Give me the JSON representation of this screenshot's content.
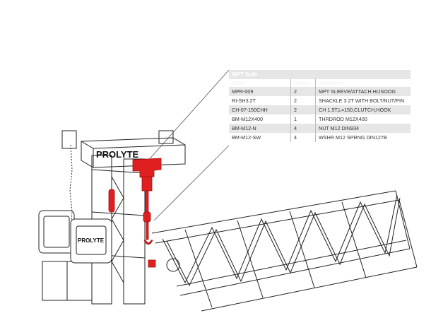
{
  "logo_text": "PROLYTE",
  "hoist_logo_text": "PROLYTE",
  "parts_table": {
    "title": "MPT Safe",
    "headers": [
      "Code",
      "Pieces",
      "Description"
    ],
    "rows": [
      {
        "code": "MPR-009",
        "pieces": "2",
        "description": "MPT SLEEVE/ATTACH HIJSOOG"
      },
      {
        "code": "RI-SH3.2T",
        "pieces": "2",
        "description": "SHACKLE 3 2T WITH BOLT/NUT/PIN"
      },
      {
        "code": "CH-07-150CHH",
        "pieces": "2",
        "description": "CH 1.5T,L=150,CLUTCH,HOOK"
      },
      {
        "code": "BM-M12X400",
        "pieces": "1",
        "description": "THRDROD M12X400"
      },
      {
        "code": "BM-M12-N",
        "pieces": "4",
        "description": "NUT M12 DIN934"
      },
      {
        "code": "BM-M12-SW",
        "pieces": "4",
        "description": "WSHR M12 SPRNG DIN127B"
      }
    ]
  },
  "colors": {
    "header": "#5a2f86",
    "column_header": "#8c8c8c",
    "highlight": "#e02020",
    "line": "#222222"
  }
}
